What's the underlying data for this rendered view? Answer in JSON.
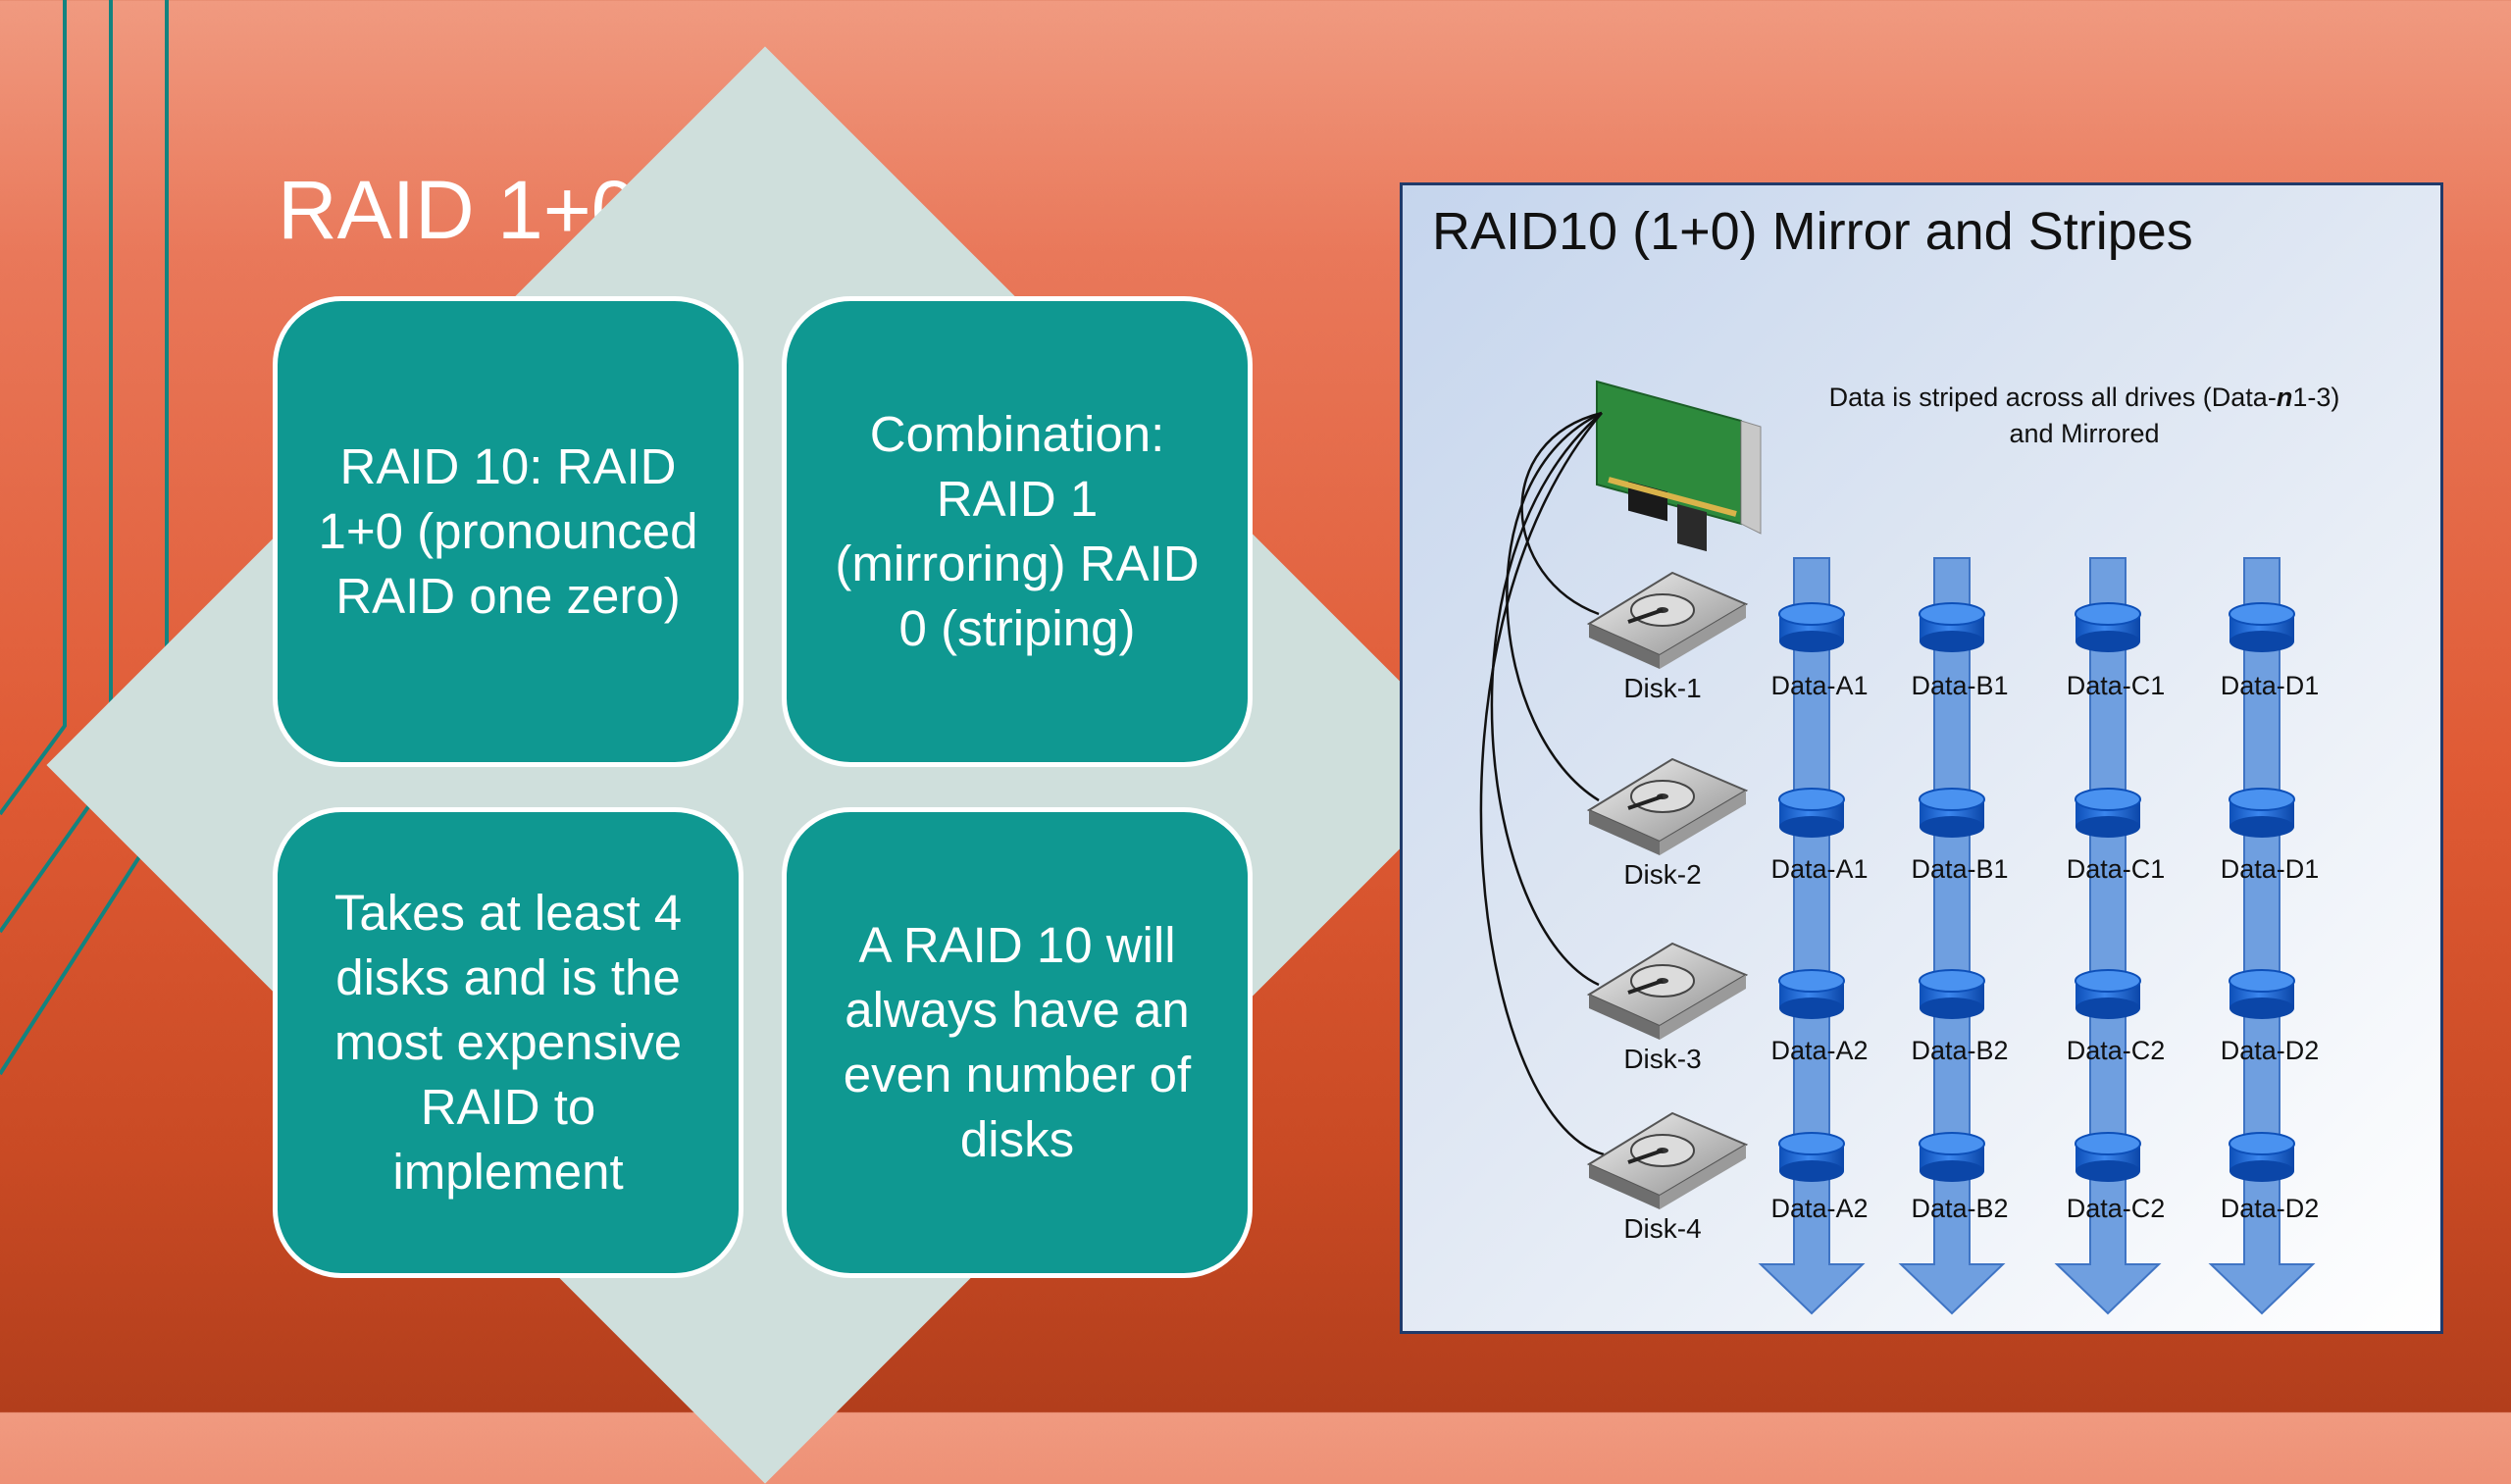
{
  "slide": {
    "title": "RAID 1+0",
    "boxes": [
      {
        "text": "RAID 10: RAID 1+0 (pronounced RAID one zero)"
      },
      {
        "text": "Combination: RAID 1 (mirroring) RAID 0 (striping)"
      },
      {
        "text": "Takes at least 4 disks and is the most expensive RAID to implement"
      },
      {
        "text": "A RAID 10 will always have an even number of disks"
      }
    ]
  },
  "figure": {
    "title": "RAID10 (1+0) Mirror and Stripes",
    "caption_line1_pre": "Data is striped across all drives (Data-",
    "caption_line1_em": "n",
    "caption_line1_post": "1-3)",
    "caption_line2": "and Mirrored",
    "disks": [
      "Disk-1",
      "Disk-2",
      "Disk-3",
      "Disk-4"
    ],
    "rows": [
      [
        "Data-A1",
        "Data-B1",
        "Data-C1",
        "Data-D1"
      ],
      [
        "Data-A1",
        "Data-B1",
        "Data-C1",
        "Data-D1"
      ],
      [
        "Data-A2",
        "Data-B2",
        "Data-C2",
        "Data-D2"
      ],
      [
        "Data-A2",
        "Data-B2",
        "Data-C2",
        "Data-D2"
      ]
    ]
  },
  "colors": {
    "tile": "#0f9891",
    "diamond": "#cfdfdc",
    "accent_line": "#13837f",
    "arrow": "#6f9fe0",
    "cylinder": "#1c63d6"
  }
}
